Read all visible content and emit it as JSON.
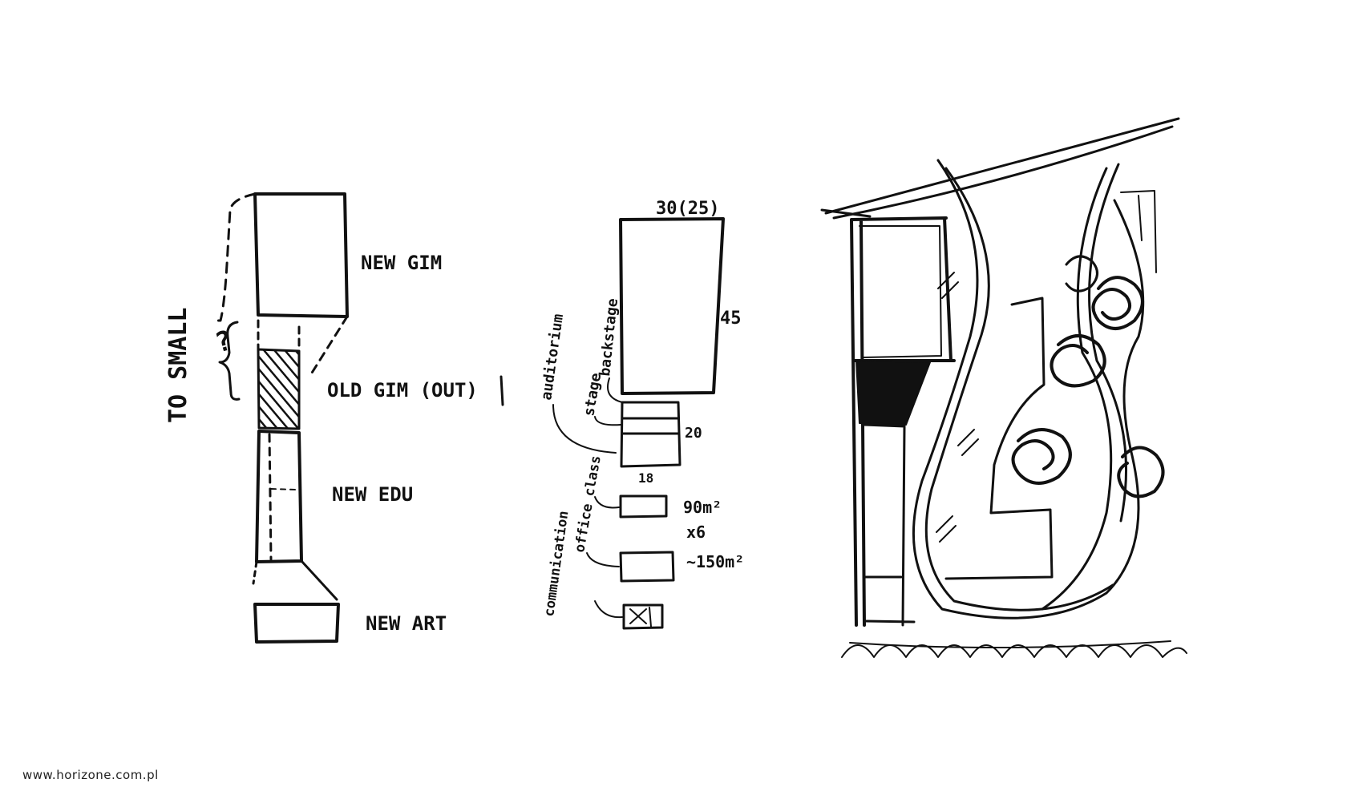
{
  "sketch1": {
    "side_label": "TO SMALL",
    "question": "?",
    "label_new_gim": "NEW GIM",
    "label_old_gim": "OLD GIM (OUT)",
    "label_new_edu": "NEW EDU",
    "label_new_art": "NEW ART"
  },
  "sketch2": {
    "dim_top": "30(25)",
    "dim_right_main": "45",
    "dim_right_stage": "20",
    "dim_bottom_stage": "18",
    "label_auditorium": "auditorium",
    "label_backstage": "backstage",
    "label_stage": "stage",
    "label_class": "class",
    "label_office": "office",
    "label_communication": "communication",
    "area_class": "90m²",
    "count_class": "x6",
    "area_office": "~150m²"
  },
  "footer": {
    "website": "www.horizone.com.pl"
  }
}
